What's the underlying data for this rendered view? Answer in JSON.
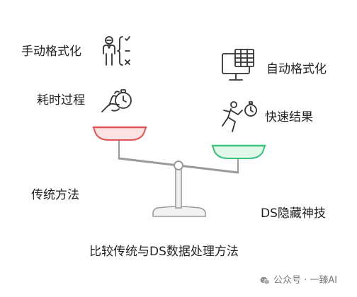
{
  "left_side": {
    "items": [
      {
        "label": "手动格式化",
        "icon": "person-checklist-icon"
      },
      {
        "label": "耗时过程",
        "icon": "hand-stopwatch-icon"
      }
    ],
    "pan_color": "#e05555",
    "pan_fill": "#fbe3e3",
    "footer": "传统方法"
  },
  "right_side": {
    "items": [
      {
        "label": "自动格式化",
        "icon": "computer-spreadsheet-icon"
      },
      {
        "label": "快速结果",
        "icon": "running-stopwatch-icon"
      }
    ],
    "pan_color": "#3dbf7f",
    "pan_fill": "#e0f7ea",
    "footer": "DS隐藏神技"
  },
  "caption": "比较传统与DS数据处理方法",
  "watermark": {
    "icon": "wechat-icon",
    "text": "公众号 · 一臻AI"
  }
}
